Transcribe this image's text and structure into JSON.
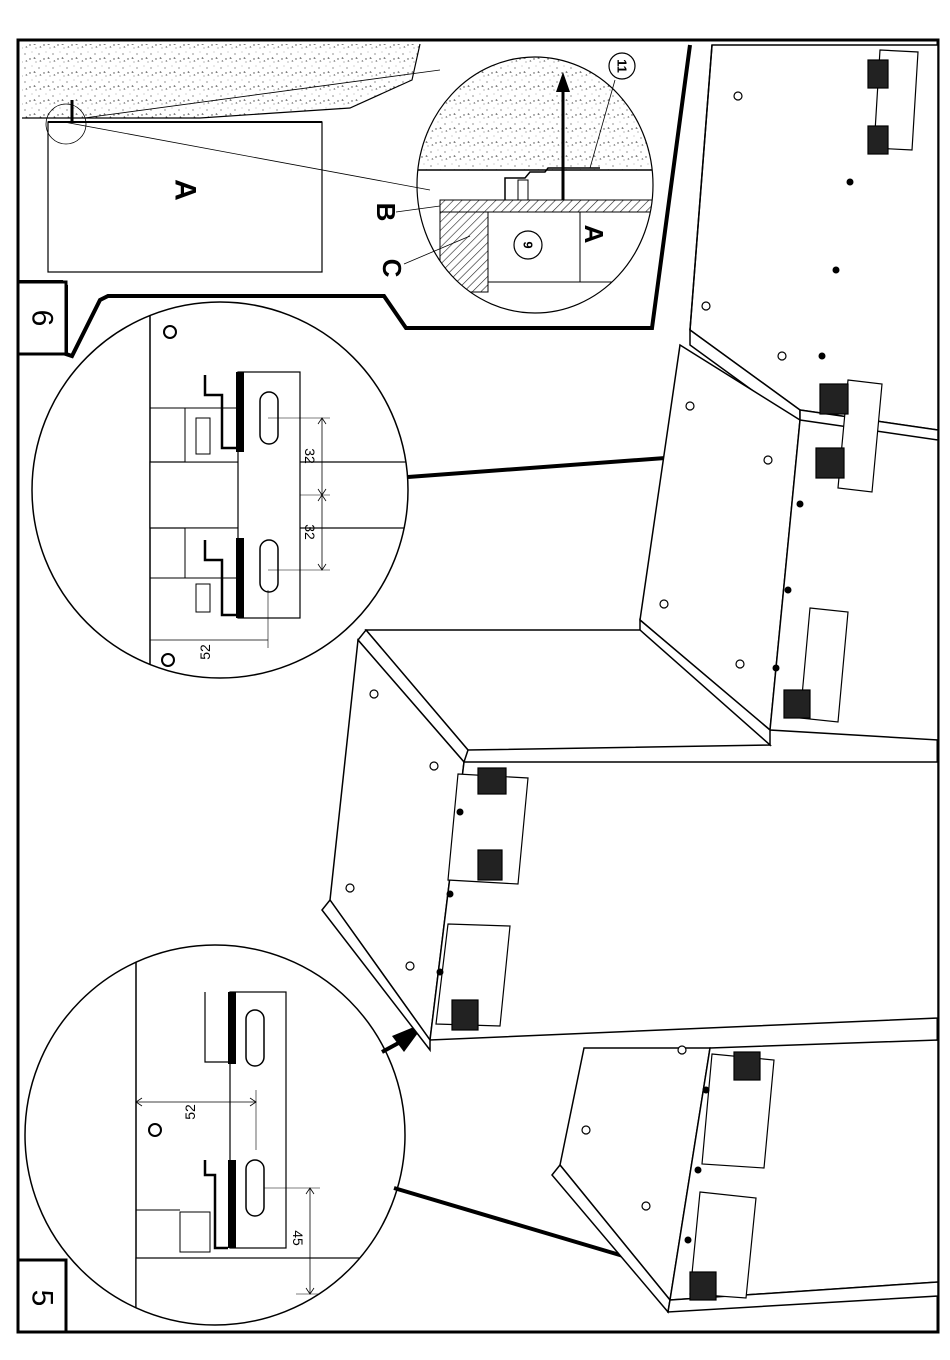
{
  "steps": {
    "step5": "5",
    "step6": "6"
  },
  "detail_top": {
    "label_wall_block": "A",
    "label_b": "B",
    "label_c": "C",
    "label_a": "A",
    "part_9": "9",
    "part_11": "11"
  },
  "detail_right": {
    "dim_upper": "32",
    "dim_lower": "32",
    "dim_side": "52"
  },
  "detail_left": {
    "dim_side": "52",
    "dim_bottom": "45"
  }
}
